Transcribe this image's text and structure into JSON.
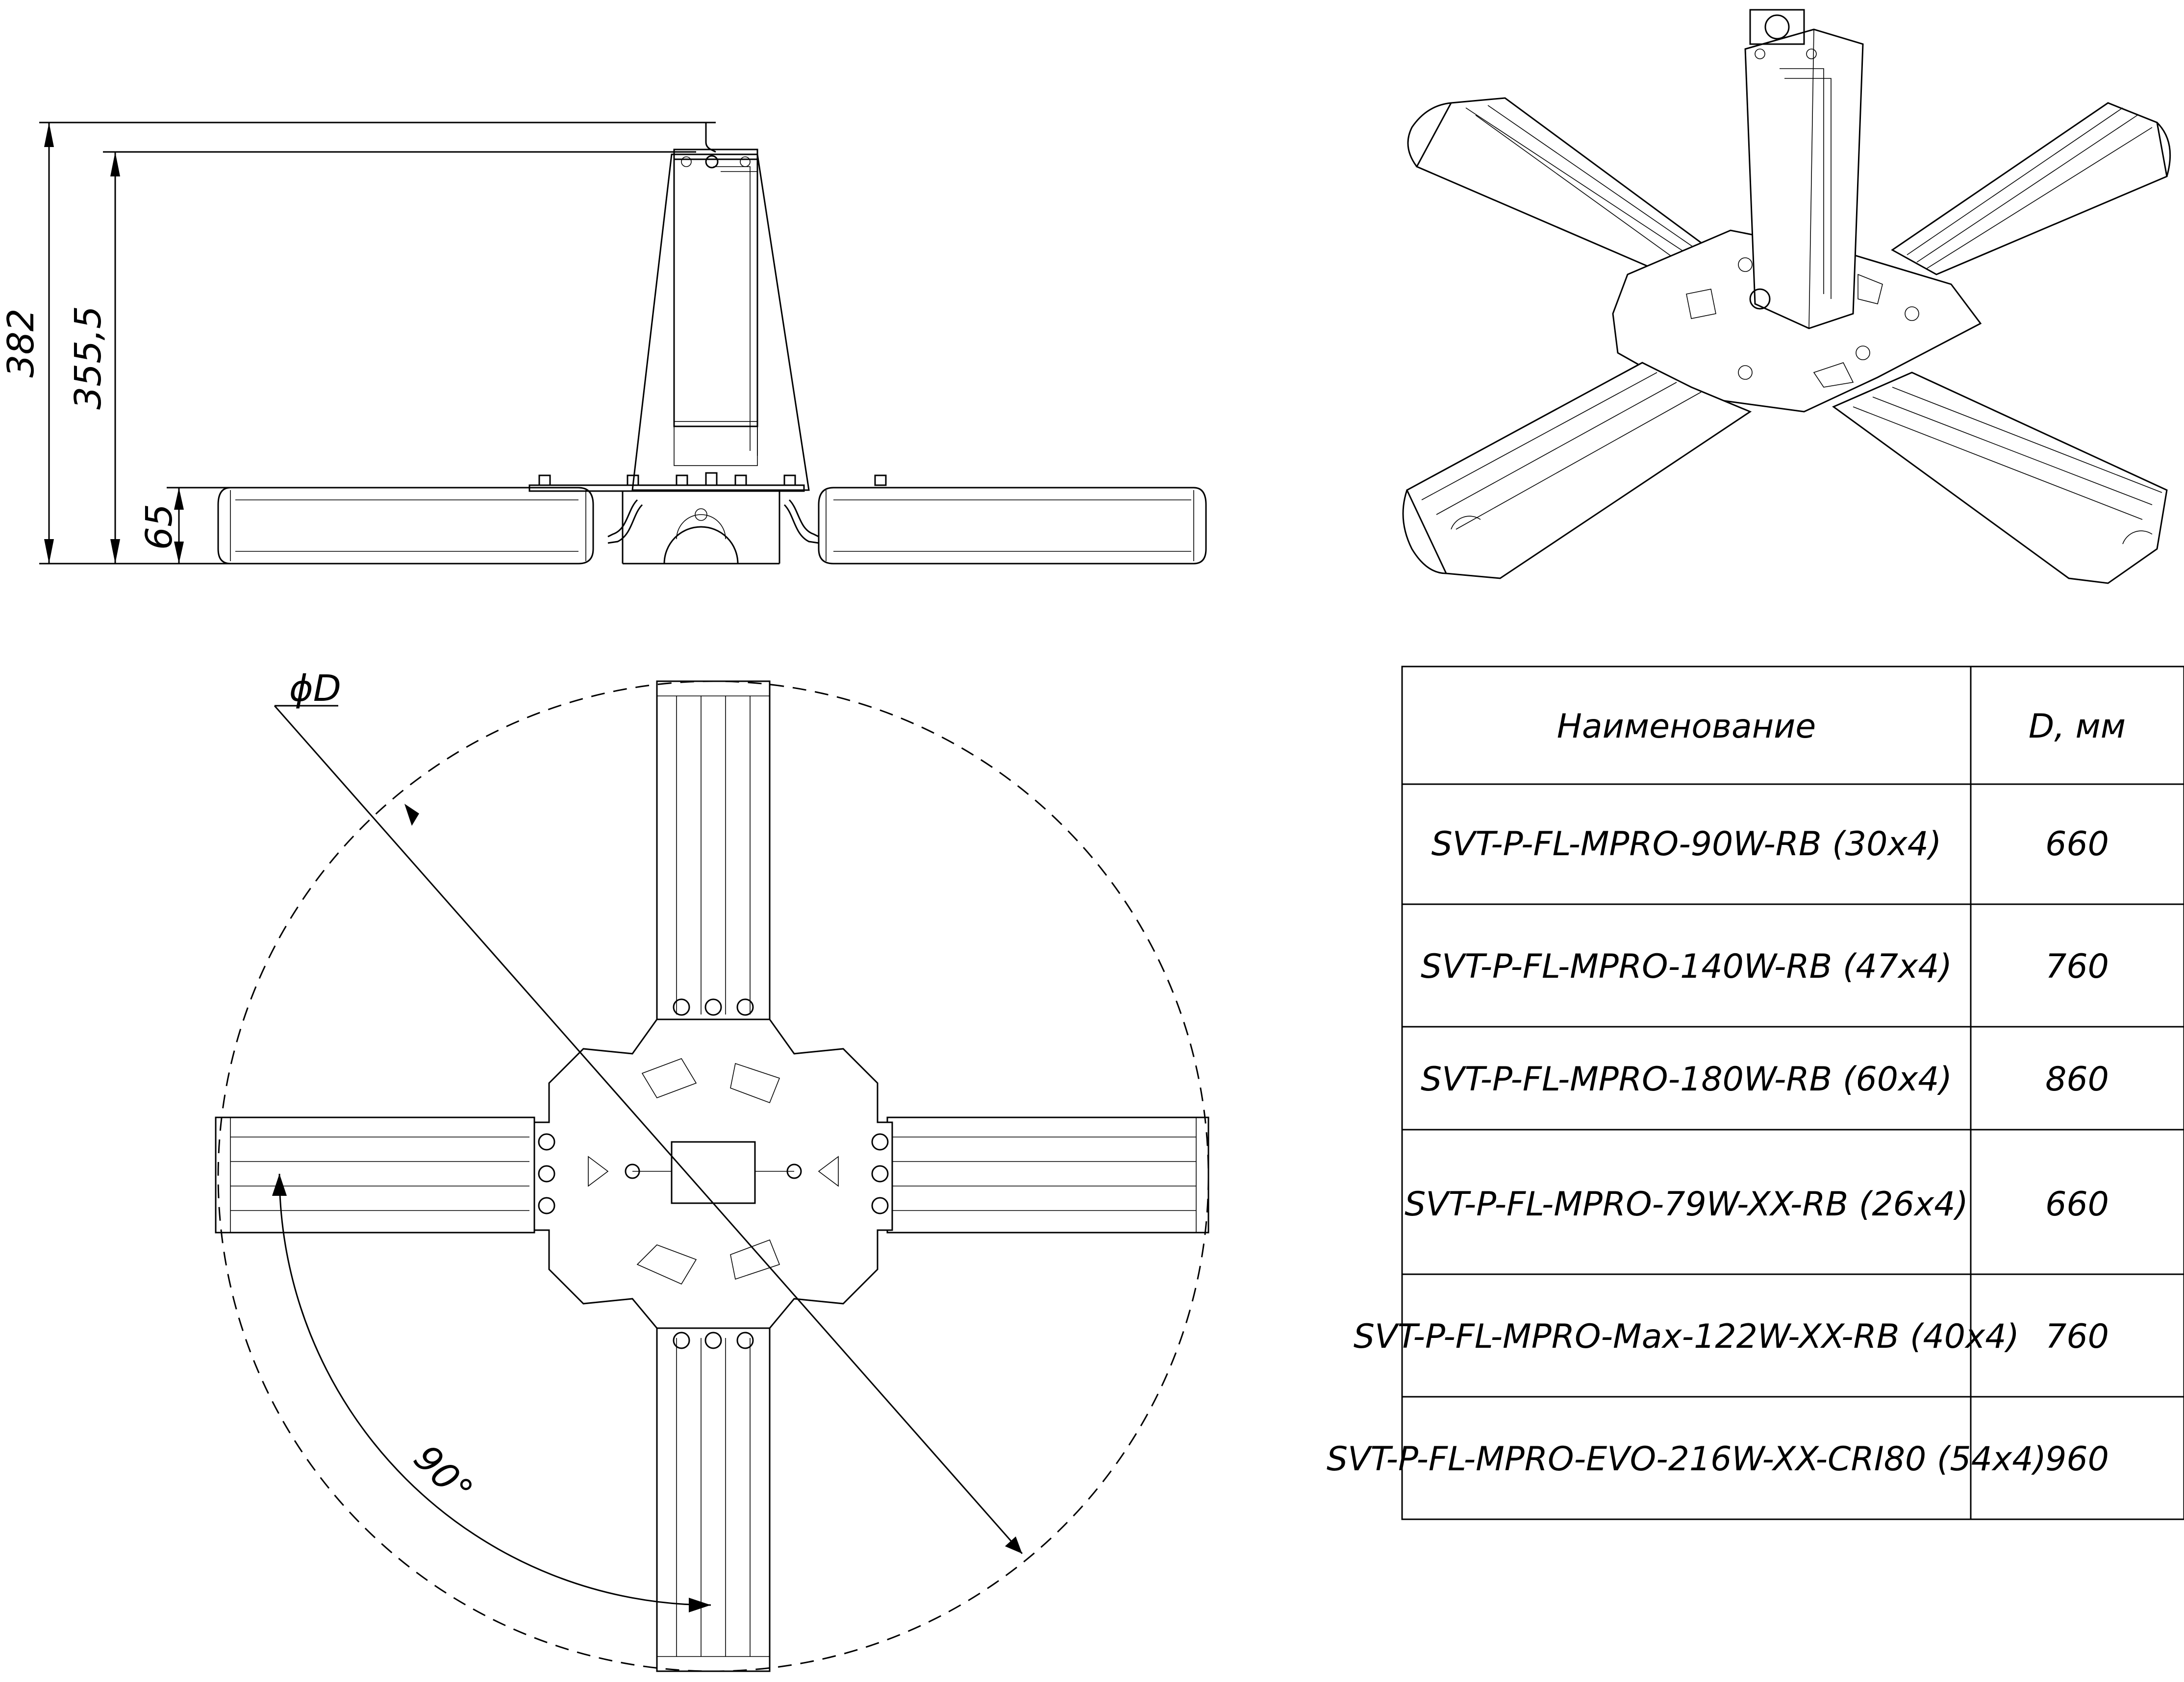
{
  "dimensions": {
    "overall_height": "382",
    "body_height": "355,5",
    "module_height": "65",
    "diameter_label": "ϕD",
    "angle_label": "90°"
  },
  "table": {
    "headers": [
      "Наименование",
      "D, мм"
    ],
    "rows": [
      {
        "name": "SVT-P-FL-MPRO-90W-RB (30x4)",
        "d": "660"
      },
      {
        "name": "SVT-P-FL-MPRO-140W-RB (47x4)",
        "d": "760"
      },
      {
        "name": "SVT-P-FL-MPRO-180W-RB (60x4)",
        "d": "860"
      },
      {
        "name": "SVT-P-FL-MPRO-79W-XX-RB (26x4)",
        "d": "660"
      },
      {
        "name": "SVT-P-FL-MPRO-Max-122W-XX-RB (40x4)",
        "d": "760"
      },
      {
        "name": "SVT-P-FL-MPRO-EVO-216W-XX-CRI80 (54x4)",
        "d": "960"
      }
    ]
  }
}
